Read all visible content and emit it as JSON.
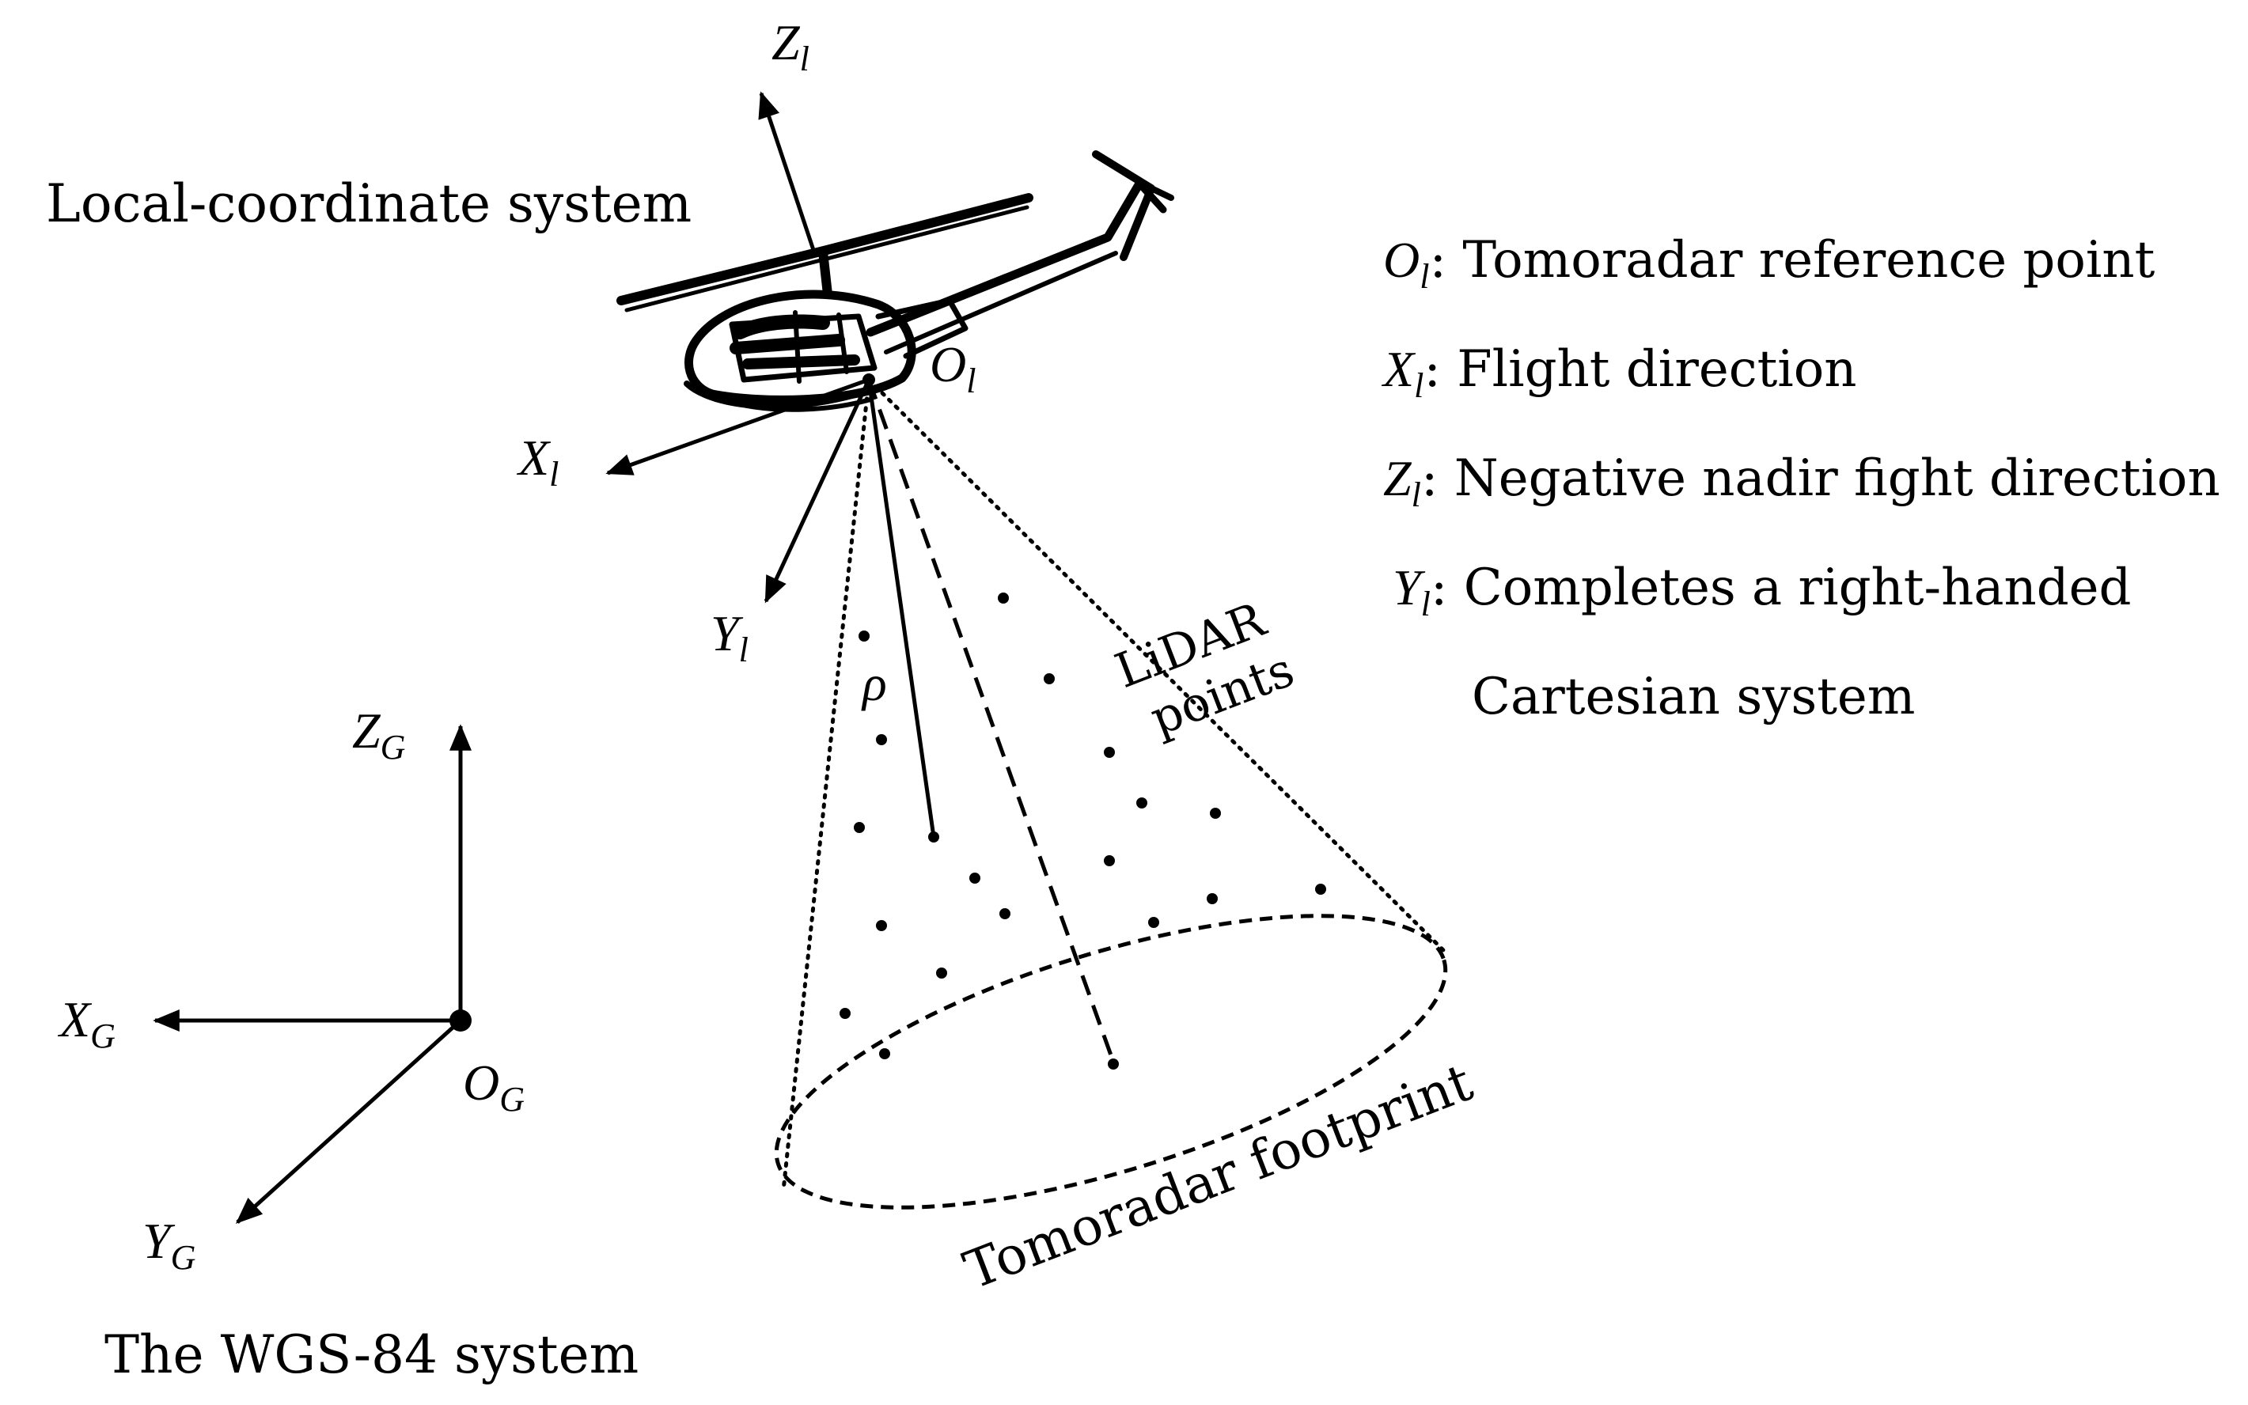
{
  "labels": {
    "local_system": "Local-coordinate system",
    "wgs_system": "The WGS-84 system",
    "lidar_line1": "LiDAR",
    "lidar_line2": "points",
    "footprint": "Tomoradar footprint",
    "rho": "ρ"
  },
  "local_axes": {
    "origin": {
      "main": "O",
      "sub": "l"
    },
    "x": {
      "main": "X",
      "sub": "l"
    },
    "y": {
      "main": "Y",
      "sub": "l"
    },
    "z": {
      "main": "Z",
      "sub": "l"
    }
  },
  "global_axes": {
    "origin": {
      "main": "O",
      "sub": "G"
    },
    "x": {
      "main": "X",
      "sub": "G"
    },
    "y": {
      "main": "Y",
      "sub": "G"
    },
    "z": {
      "main": "Z",
      "sub": "G"
    }
  },
  "legend": [
    {
      "main": "O",
      "sub": "l",
      "text": ": Tomoradar reference point"
    },
    {
      "main": "X",
      "sub": "l",
      "text": ": Flight direction"
    },
    {
      "main": "Z",
      "sub": "l",
      "text": ": Negative nadir fight direction"
    },
    {
      "main": "Y",
      "sub": "l",
      "text": ":  Completes a right-handed"
    }
  ],
  "legend_continuation": "Cartesian system",
  "icons": {
    "helicopter": "helicopter-icon"
  },
  "colors": {
    "ink": "#000000",
    "background": "#ffffff"
  }
}
